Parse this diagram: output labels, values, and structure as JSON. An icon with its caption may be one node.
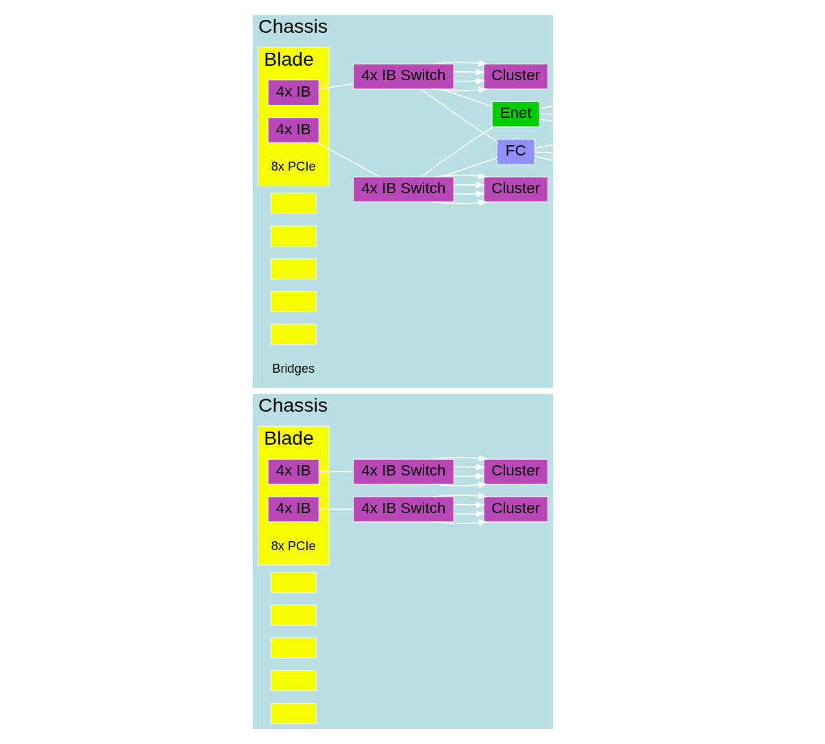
{
  "diagram": {
    "nodes": [
      {
        "text": [
          "Chassis"
        ]
      },
      {
        "text": [],
        "shape": "box",
        "in": 0
      },
      {
        "text": [],
        "shape": "box",
        "in": 0
      },
      {
        "text": [],
        "shape": "box",
        "in": 0
      },
      {
        "text": [],
        "shape": "box",
        "in": 0
      },
      {
        "text": [],
        "shape": "box",
        "in": 0
      },
      {
        "text": [
          "Blade"
        ],
        "in": 0
      },
      {
        "text": [
          "4x IB"
        ],
        "in": 6
      },
      {
        "text": [
          "4x IB"
        ],
        "in": 6
      },
      {
        "text": [
          "4x IB Switch"
        ],
        "in": 0
      },
      {
        "text": [
          "Cluster"
        ],
        "in": 0
      },
      {
        "text": [
          "4x IB Switch"
        ],
        "in": 0
      },
      {
        "text": [
          "Cluster"
        ],
        "in": 0
      },
      {
        "text": [
          "Chassis"
        ]
      },
      {
        "text": [],
        "shape": "box",
        "in": 13
      },
      {
        "text": [],
        "shape": "box",
        "in": 13
      },
      {
        "text": [],
        "shape": "box",
        "in": 13
      },
      {
        "text": [],
        "shape": "box",
        "in": 13
      },
      {
        "text": [],
        "shape": "box",
        "in": 13
      },
      {
        "text": [
          "Blade"
        ],
        "in": 13
      },
      {
        "text": [
          "4x IB"
        ],
        "in": 19
      },
      {
        "text": [
          "4x IB"
        ],
        "in": 19
      },
      {
        "text": [
          "4x IB Switch"
        ],
        "in": 13
      },
      {
        "text": [
          "Cluster"
        ],
        "in": 13
      },
      {
        "text": [
          "Enet"
        ],
        "in": 13
      },
      {
        "text": [
          "FC"
        ],
        "in": 13
      },
      {
        "text": [
          "4x IB Switch"
        ],
        "in": 13
      },
      {
        "text": [
          "Cluster"
        ],
        "in": 13
      }
    ],
    "edges": [
      {
        "from": 7,
        "to": 9,
        "arrow": "none"
      },
      {
        "from": 8,
        "to": 11,
        "arrow": "none"
      },
      {
        "from": 9,
        "to": 10,
        "arrow": "to"
      },
      {
        "from": 9,
        "to": 10,
        "arrow": "to"
      },
      {
        "from": 9,
        "to": 10,
        "arrow": "to"
      },
      {
        "from": 9,
        "to": 10,
        "arrow": "to"
      },
      {
        "from": 11,
        "to": 12,
        "arrow": "to"
      },
      {
        "from": 11,
        "to": 12,
        "arrow": "to"
      },
      {
        "from": 11,
        "to": 12,
        "arrow": "to"
      },
      {
        "from": 11,
        "to": 12,
        "arrow": "to"
      },
      {
        "from": 20,
        "to": 22,
        "arrow": "none"
      },
      {
        "from": 21,
        "to": 26,
        "arrow": "none"
      },
      {
        "from": 22,
        "to": 23,
        "arrow": "to"
      },
      {
        "from": 22,
        "to": 23,
        "arrow": "to"
      },
      {
        "from": 22,
        "to": 23,
        "arrow": "to"
      },
      {
        "from": 22,
        "to": 23,
        "arrow": "to"
      },
      {
        "from": 22,
        "to": 24,
        "arrow": "none"
      },
      {
        "from": 22,
        "to": 25,
        "arrow": "none"
      },
      {
        "from": 26,
        "to": 24,
        "arrow": "none"
      },
      {
        "from": 26,
        "to": 25,
        "arrow": "none"
      },
      {
        "from": 26,
        "to": 27,
        "arrow": "to"
      },
      {
        "from": 26,
        "to": 27,
        "arrow": "to"
      },
      {
        "from": 26,
        "to": 27,
        "arrow": "to"
      },
      {
        "from": 26,
        "to": 27,
        "arrow": "to"
      },
      {
        "from": 24,
        "to": null,
        "arrow": "none"
      },
      {
        "from": 24,
        "to": null,
        "arrow": "none"
      },
      {
        "from": 24,
        "to": null,
        "arrow": "none"
      },
      {
        "from": 25,
        "to": null,
        "arrow": "none"
      },
      {
        "from": 25,
        "to": null,
        "arrow": "none"
      },
      {
        "from": 25,
        "to": null,
        "arrow": "none"
      }
    ],
    "labels": [
      "8x PCIe",
      "8x PCIe",
      "Bridges"
    ]
  }
}
